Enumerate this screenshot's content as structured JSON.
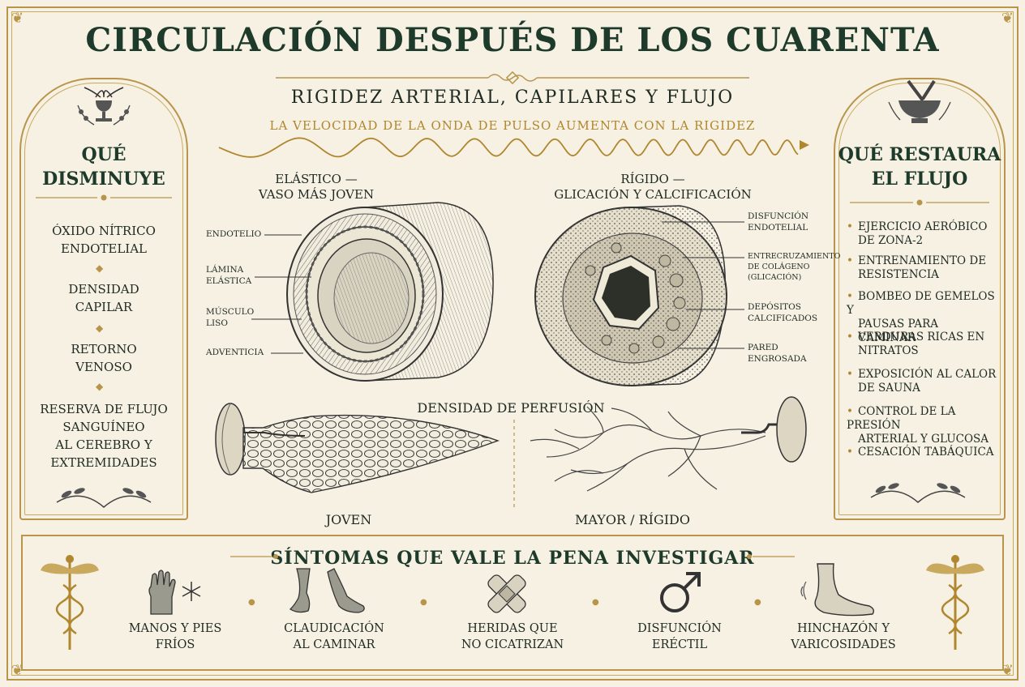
{
  "title": "CIRCULACIÓN DESPUÉS DE LOS CUARENTA",
  "subtitle": "RIGIDEZ ARTERIAL, CAPILARES Y FLUJO",
  "tagline": "LA VELOCIDAD DE LA ONDA DE PULSO AUMENTA CON LA RIGIDEZ",
  "left_panel": {
    "title_line1": "QUÉ",
    "title_line2": "DISMINUYE",
    "items": [
      [
        "ÓXIDO NÍTRICO",
        "ENDOTELIAL"
      ],
      [
        "DENSIDAD",
        "CAPILAR"
      ],
      [
        "RETORNO",
        "VENOSO"
      ],
      [
        "RESERVA DE FLUJO",
        "SANGUÍNEO",
        "AL CEREBRO Y",
        "EXTREMIDADES"
      ]
    ]
  },
  "right_panel": {
    "title_line1": "QUÉ RESTAURA",
    "title_line2": "EL FLUJO",
    "items": [
      [
        "EJERCICIO AERÓBICO",
        "DE ZONA-2"
      ],
      [
        "ENTRENAMIENTO DE",
        "RESISTENCIA"
      ],
      [
        "BOMBEO DE GEMELOS Y",
        "PAUSAS PARA CAMINAR"
      ],
      [
        "VERDURAS RICAS EN",
        "NITRATOS"
      ],
      [
        "EXPOSICIÓN AL CALOR",
        "DE SAUNA"
      ],
      [
        "CONTROL DE LA PRESIÓN",
        "ARTERIAL Y GLUCOSA"
      ],
      [
        "CESACIÓN TABÁQUICA"
      ]
    ]
  },
  "elastic": {
    "title_line1": "ELÁSTICO —",
    "title_line2": "VASO MÁS JOVEN",
    "labels": [
      [
        "ENDOTELIO"
      ],
      [
        "LÁMINA",
        "ELÁSTICA"
      ],
      [
        "MÚSCULO",
        "LISO"
      ],
      [
        "ADVENTICIA"
      ]
    ]
  },
  "rigid": {
    "title_line1": "RÍGIDO —",
    "title_line2": "GLICACIÓN Y CALCIFICACIÓN",
    "labels": [
      [
        "DISFUNCIÓN",
        "ENDOTELIAL"
      ],
      [
        "ENTRECRUZAMIENTO",
        "DE COLÁGENO",
        "(GLICACIÓN)"
      ],
      [
        "DEPÓSITOS",
        "CALCIFICADOS"
      ],
      [
        "PARED",
        "ENGROSADA"
      ]
    ]
  },
  "perfusion": {
    "title": "DENSIDAD DE PERFUSIÓN",
    "young_label": "JOVEN",
    "old_label": "MAYOR / RÍGIDO"
  },
  "symptoms": {
    "title": "SÍNTOMAS QUE VALE LA PENA INVESTIGAR",
    "items": [
      {
        "icon": "glove-snowflake-icon",
        "lines": [
          "MANOS Y PIES",
          "FRÍOS"
        ]
      },
      {
        "icon": "walking-legs-icon",
        "lines": [
          "CLAUDICACIÓN",
          "AL CAMINAR"
        ]
      },
      {
        "icon": "bandage-icon",
        "lines": [
          "HERIDAS QUE",
          "NO CICATRIZAN"
        ]
      },
      {
        "icon": "male-symbol-icon",
        "lines": [
          "DISFUNCIÓN",
          "ERÉCTIL"
        ]
      },
      {
        "icon": "swollen-foot-icon",
        "lines": [
          "HINCHAZÓN Y",
          "VARICOSIDADES"
        ]
      }
    ]
  },
  "colors": {
    "gold": "#b8954a",
    "green": "#1d3a2a",
    "paper": "#f6f1e3",
    "ink": "#1f2a22"
  }
}
